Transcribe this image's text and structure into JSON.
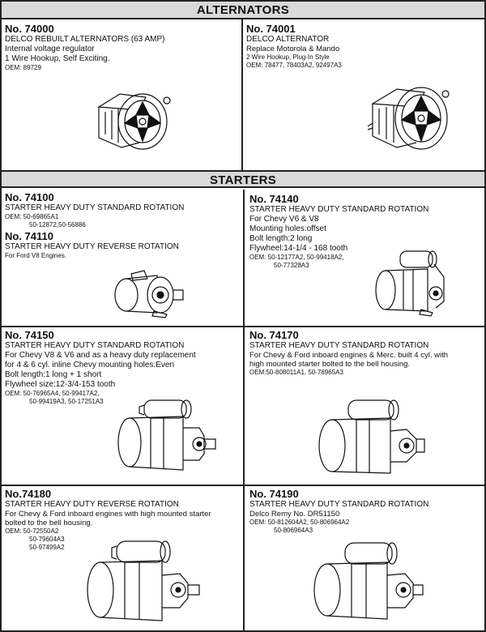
{
  "sections": {
    "alternators": "ALTERNATORS",
    "starters": "STARTERS"
  },
  "alternators": [
    {
      "no": "No. 74000",
      "title": "DELCO REBUILT ALTERNATORS (63 AMP)",
      "lines": [
        "Internal voltage regulator",
        "1 Wire Hookup, Self Exciting."
      ],
      "oem": [
        "OEM: 89729"
      ]
    },
    {
      "no": "No. 74001",
      "title": "DELCO ALTERNATOR",
      "lines": [
        "Replace Motorola & Mando",
        "2 Wire Hookup, Plug-In Style"
      ],
      "oem": [
        "OEM:  78477, 78403A2, 92497A3"
      ]
    }
  ],
  "starters": [
    {
      "no": "No. 74100",
      "title": "STARTER HEAVY DUTY STANDARD ROTATION",
      "lines": [],
      "oem": [
        "OEM: 50-69865A1",
        "50-12872,50-56886"
      ]
    },
    {
      "no": "No. 74110",
      "title": "STARTER HEAVY DUTY REVERSE ROTATION",
      "lines": [
        "For Ford V8 Engines."
      ],
      "oem": []
    },
    {
      "no": "No. 74140",
      "title": "STARTER HEAVY DUTY STANDARD ROTATION",
      "lines": [
        "For Chevy V6 & V8",
        " Mounting holes:offset",
        "Bolt length:2 long",
        "Flywheel:14-1/4 - 168 tooth"
      ],
      "oem": [
        "OEM: 50-12177A2,  50-99418A2,",
        "50-77328A3"
      ]
    },
    {
      "no": "No. 74150",
      "title": "STARTER HEAVY DUTY STANDARD ROTATION",
      "lines": [
        "For Chevy V8 & V6 and as a heavy duty replacement",
        "for 4 & 6 cyl. inline Chevy mounting holes:Even",
        "Bolt length:1 long + 1 short",
        "Flywheel size:12-3/4-153 tooth"
      ],
      "oem": [
        "OEM: 50-76965A4, 50-99417A2,",
        "50-99419A3, 50-17251A3"
      ]
    },
    {
      "no": "No. 74170",
      "title": "STARTER HEAVY DUTY STANDARD ROTATION",
      "lines": [
        "For Chevy & Ford inboard engines & Merc. built 4 cyl. with",
        " high mounted starter bolted to the bell housing."
      ],
      "oem": [
        "OEM:50-808011A1, 50-76965A3"
      ]
    },
    {
      "no": "No.74180",
      "title": "STARTER HEAVY DUTY REVERSE ROTATION",
      "lines": [
        "For Chevy & Ford inboard engines with high mounted starter",
        "bolted to the bell housing."
      ],
      "oem": [
        "OEM:  50-72550A2",
        "50-79604A3",
        "50-97499A2"
      ]
    },
    {
      "no": "No. 74190",
      "title": "STARTER HEAVY DUTY STANDARD ROTATION",
      "lines": [
        "Delco Remy No. DR51150"
      ],
      "oem": [
        "OEM: 50-812604A2, 50-806964A2",
        "50-806964A3"
      ]
    }
  ]
}
